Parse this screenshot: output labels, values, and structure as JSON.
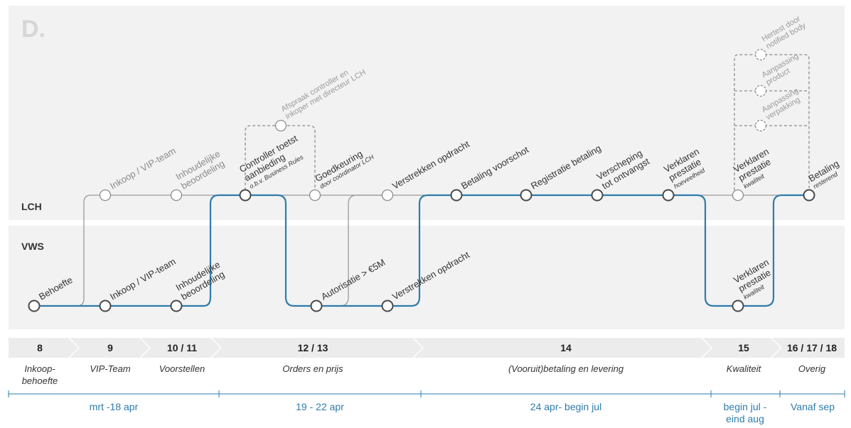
{
  "logo": "D.",
  "lanes": {
    "top": "LCH",
    "bottom": "VWS"
  },
  "nodes": {
    "vws_behoefte": "Behoefte",
    "lch_inkoop": "Inkoop / VIP-team",
    "vws_inkoop": "Inkoop / VIP-team",
    "lch_inhoudelijk_1": "Inhoudelijke",
    "lch_inhoudelijk_2": "beoordeling",
    "vws_inhoudelijk_1": "Inhoudelijke",
    "vws_inhoudelijk_2": "beoordeling",
    "controller_1": "Controller toetst",
    "controller_2": "aanbieding",
    "controller_sub": "o.b.v. Business Rules",
    "afspraak_1": "Afspraak controller en",
    "afspraak_2": "inkoper met directeur LCH",
    "goedkeuring": "Goedkeuring",
    "goedkeuring_sub": "door coördinator LCH",
    "autorisatie": "Autorisatie > €5M",
    "lch_verstrekken": "Verstrekken opdracht",
    "vws_verstrekken": "Verstrekken opdracht",
    "betaling_voorschot": "Betaling voorschot",
    "registratie": "Registratie betaling",
    "verscheping_1": "Verscheping",
    "verscheping_2": "tot ontvangst",
    "verklaren_hv_1": "Verklaren",
    "verklaren_hv_2": "prestatie",
    "verklaren_hv_sub": "hoeveelheid",
    "lch_verklaren_kw_1": "Verklaren",
    "lch_verklaren_kw_2": "prestatie",
    "lch_verklaren_kw_sub": "kwaliteit",
    "vws_verklaren_kw_1": "Verklaren",
    "vws_verklaren_kw_2": "prestatie",
    "vws_verklaren_kw_sub": "kwaliteit",
    "hertest_1": "Hertest door",
    "hertest_2": "notified body",
    "aanp_product_1": "Aanpassing",
    "aanp_product_2": "product",
    "aanp_verpakking_1": "Aanpassing",
    "aanp_verpakking_2": "verpakking",
    "betaling_1": "Betaling",
    "betaling_sub": "resterend"
  },
  "steps": [
    {
      "num": "8",
      "name": "Inkoop-",
      "name2": "behoefte"
    },
    {
      "num": "9",
      "name": "VIP-Team",
      "name2": ""
    },
    {
      "num": "10 / 11",
      "name": "Voorstellen",
      "name2": ""
    },
    {
      "num": "12 / 13",
      "name": "Orders en prijs",
      "name2": ""
    },
    {
      "num": "14",
      "name": "(Vooruit)betaling en levering",
      "name2": ""
    },
    {
      "num": "15",
      "name": "Kwaliteit",
      "name2": ""
    },
    {
      "num": "16 / 17 / 18",
      "name": "Overig",
      "name2": ""
    }
  ],
  "periods": [
    {
      "label": "mrt -18 apr",
      "label2": ""
    },
    {
      "label": "19 - 22 apr",
      "label2": ""
    },
    {
      "label": "24 apr- begin jul",
      "label2": ""
    },
    {
      "label": "begin jul -",
      "label2": "eind aug"
    },
    {
      "label": "Vanaf sep",
      "label2": ""
    }
  ],
  "colors": {
    "flow": "#2e7cab",
    "grey": "#9a9a9a",
    "band": "#f2f2f2",
    "chevron": "#ececec",
    "period": "#2e7cab"
  }
}
